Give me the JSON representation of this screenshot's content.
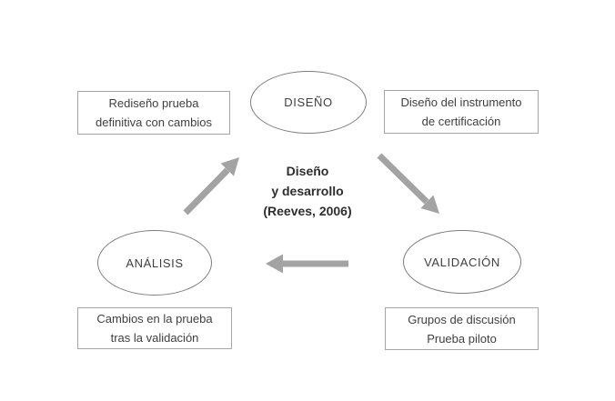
{
  "colors": {
    "background": "#ffffff",
    "box-border": "#a6a6a6",
    "ellipse-border": "#7d7d7d",
    "arrow": "#a3a3a3",
    "text": "#3f3f3f",
    "center-text": "#2e2e2e"
  },
  "center_label": {
    "lines": [
      "Diseño",
      "y desarrollo",
      "(Reeves, 2006)"
    ]
  },
  "nodes": {
    "diseno": {
      "label": "DISEÑO"
    },
    "analisis": {
      "label": "ANÁLISIS"
    },
    "validacion": {
      "label": "VALIDACIÓN"
    }
  },
  "boxes": {
    "top_left": {
      "lines": [
        "Rediseño prueba",
        "definitiva con cambios"
      ]
    },
    "top_right": {
      "lines": [
        "Diseño del instrumento",
        "de certificación"
      ]
    },
    "bottom_left": {
      "lines": [
        "Cambios en la prueba",
        "tras la validación"
      ]
    },
    "bottom_right": {
      "lines": [
        "Grupos de discusión",
        "Prueba piloto"
      ]
    }
  },
  "arrows": [
    {
      "name": "arrow-analisis-to-diseno",
      "direction": "up-right"
    },
    {
      "name": "arrow-diseno-to-validacion",
      "direction": "down-right"
    },
    {
      "name": "arrow-validacion-to-analisis",
      "direction": "left"
    }
  ]
}
